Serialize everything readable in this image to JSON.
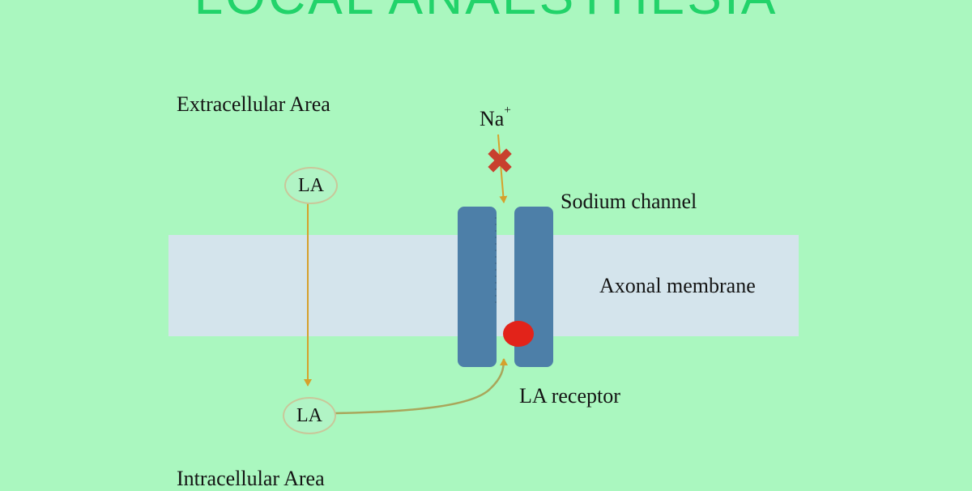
{
  "title": "LOCAL ANAESTHESIA",
  "labels": {
    "extracellular": "Extracellular Area",
    "intracellular": "Intracellular Area",
    "sodium_ion": "Na",
    "sodium_ion_charge": "+",
    "sodium_channel": "Sodium channel",
    "axonal_membrane": "Axonal membrane",
    "la_receptor": "LA receptor"
  },
  "nodes": {
    "la_top": "LA",
    "la_bottom": "LA"
  },
  "icons": {
    "blocked": "cross-icon"
  },
  "colors": {
    "background": "#aaf7bf",
    "title": "#22d36a",
    "membrane": "#d4e4ec",
    "channel": "#4d7fa8",
    "receptor": "#e2231a",
    "arrow": "#d6a12c",
    "block": "#c8402e"
  }
}
